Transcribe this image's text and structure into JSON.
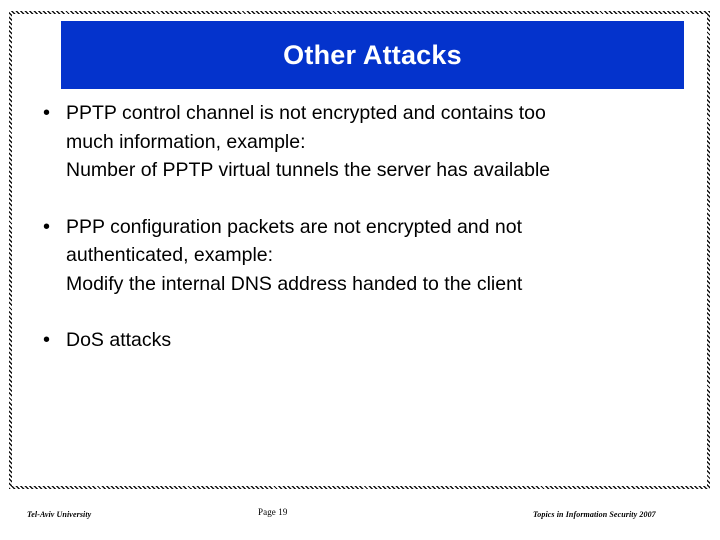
{
  "slide": {
    "title": "Other Attacks",
    "title_bar_color": "#0433CC",
    "title_text_color": "#FFFFFF",
    "body_text_color": "#000000",
    "bullet_glyph": "•",
    "bullets": [
      {
        "marker": "•",
        "lines": [
          "PPTP control channel is not encrypted and contains too",
          "much information, example:",
          "Number of PPTP virtual tunnels the server has available"
        ]
      },
      {
        "marker": "•",
        "lines": [
          "PPP configuration packets are not encrypted and not",
          "authenticated, example:",
          "Modify the internal DNS address handed to the client"
        ]
      },
      {
        "marker": "•",
        "lines": [
          "DoS attacks"
        ]
      }
    ],
    "footer": {
      "left": "Tel-Aviv University",
      "center": "Page 19",
      "right": "Topics in Information Security  2007"
    }
  }
}
